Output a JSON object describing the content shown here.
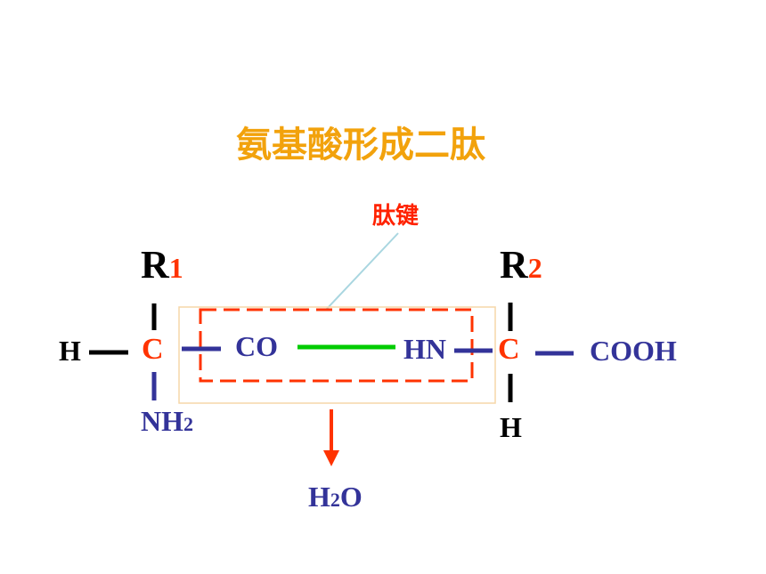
{
  "title": "氨基酸形成二肽",
  "peptide_bond_label": "肽键",
  "amino_acid_1": {
    "r_group": "R",
    "r_number": "1",
    "left_h": "H",
    "carbon": "C",
    "amino": "NH",
    "amino_sub": "2"
  },
  "amino_acid_2": {
    "r_group": "R",
    "r_number": "2",
    "carbon": "C",
    "bottom_h": "H",
    "carboxyl": "COOH"
  },
  "bond": {
    "co": "CO",
    "hn": "HN"
  },
  "water": {
    "h": "H",
    "sub": "2",
    "o": "O"
  },
  "colors": {
    "title": "#f2a20c",
    "label": "#ff2200",
    "carbon": "#ff3300",
    "group": "#333399",
    "bond_line": "#00cc00",
    "dash_box": "#ff3300",
    "outer_box": "#f5d7a8",
    "pointer": "#a9d6e0"
  }
}
